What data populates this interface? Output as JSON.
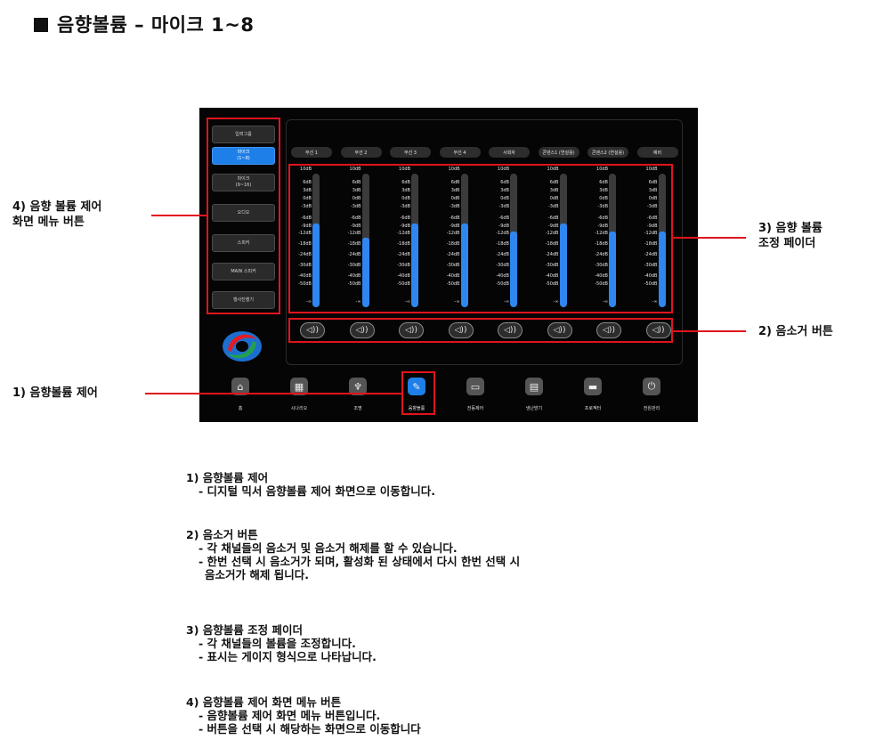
{
  "page": {
    "title": "음향볼륨 – 마이크 1~8"
  },
  "screenshot": {
    "menu_buttons": [
      {
        "label": "입력그룹",
        "active": false
      },
      {
        "label": "마이크\n(1~8)",
        "active": true
      },
      {
        "label": "마이크\n(9~16)",
        "active": false
      },
      {
        "label": "오디오",
        "active": false
      },
      {
        "label": "스피커",
        "active": false
      },
      {
        "label": "MAIN 스피커",
        "active": false
      },
      {
        "label": "행사진행기",
        "active": false
      }
    ],
    "channels": [
      {
        "name": "무선 1",
        "level": 0.63
      },
      {
        "name": "무선 2",
        "level": 0.52
      },
      {
        "name": "무선 3",
        "level": 0.63
      },
      {
        "name": "무선 4",
        "level": 0.63
      },
      {
        "name": "사회자",
        "level": 0.57
      },
      {
        "name": "콘덴스1 (연설용)",
        "level": 0.63
      },
      {
        "name": "콘덴스2 (연설용)",
        "level": 0.57
      },
      {
        "name": "예비",
        "level": 0.57
      }
    ],
    "scale_labels": [
      "10dB",
      "6dB",
      "3dB",
      "0dB",
      "-3dB",
      "-6dB",
      "-9dB",
      "-12dB",
      "-18dB",
      "-24dB",
      "-30dB",
      "-40dB",
      "-50dB",
      "-∞"
    ],
    "mute_symbol": "◁))",
    "nav_items": [
      {
        "label": "홈",
        "icon": "⌂",
        "active": false
      },
      {
        "label": "시나리오",
        "icon": "▦",
        "active": false
      },
      {
        "label": "조명",
        "icon": "♆",
        "active": false
      },
      {
        "label": "음향볼륨",
        "icon": "✎",
        "active": true
      },
      {
        "label": "전동제어",
        "icon": "▭",
        "active": false
      },
      {
        "label": "냉난방기",
        "icon": "▤",
        "active": false
      },
      {
        "label": "프로젝터",
        "icon": "▬",
        "active": false
      },
      {
        "label": "전원관리",
        "icon": "⏻",
        "active": false
      }
    ],
    "colors": {
      "accent_blue": "#2f86f0",
      "highlight_red": "#e0141e",
      "panel_bg": "#050505"
    }
  },
  "callouts": {
    "menu": "4) 음향 볼륨 제어\n화면 메뉴 버튼",
    "fader": "3) 음향 볼륨\n조정 페이더",
    "mute": "2) 음소거 버튼",
    "volume": "1) 음향볼륨 제어"
  },
  "descriptions": [
    {
      "heading": "1) 음향볼륨 제어",
      "lines": [
        "- 디지털 믹서 음향볼륨 제어 화면으로 이동합니다."
      ]
    },
    {
      "heading": "2) 음소거 버튼",
      "lines": [
        "- 각 채널들의 음소거 및 음소거 해제를 할 수 있습니다.",
        "- 한번 선택 시 음소거가 되며, 활성화 된 상태에서 다시 한번 선택 시",
        "음소거가 해제 됩니다."
      ]
    },
    {
      "heading": "3) 음향볼륨 조정 페이더",
      "lines": [
        "- 각 채널들의 볼륨을 조정합니다.",
        "- 표시는 게이지 형식으로 나타납니다."
      ]
    },
    {
      "heading": "4) 음향볼륨 제어 화면 메뉴 버튼",
      "lines": [
        "- 음향볼륨 제어 화면 메뉴 버튼입니다.",
        "- 버튼을 선택 시 해당하는 화면으로 이동합니다"
      ]
    }
  ]
}
